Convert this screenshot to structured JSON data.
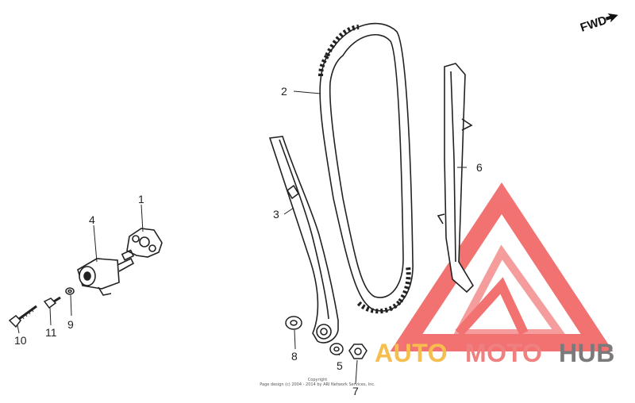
{
  "direction_label": "FWD",
  "callouts": [
    {
      "id": "1",
      "label": "1"
    },
    {
      "id": "2",
      "label": "2"
    },
    {
      "id": "3",
      "label": "3"
    },
    {
      "id": "4",
      "label": "4"
    },
    {
      "id": "5",
      "label": "5"
    },
    {
      "id": "6",
      "label": "6"
    },
    {
      "id": "7",
      "label": "7"
    },
    {
      "id": "8",
      "label": "8"
    },
    {
      "id": "9",
      "label": "9"
    },
    {
      "id": "10",
      "label": "10"
    },
    {
      "id": "11",
      "label": "11"
    }
  ],
  "copyright": {
    "line1": "Copyright",
    "line2": "Page design (c) 2004 - 2014 by ARI Network Services, Inc."
  },
  "watermark": {
    "part1": "AUTO",
    "part2": "MOTO",
    "part3": "HUB",
    "colors": {
      "auto": "#f6bd4f",
      "moto": "#f07f7f",
      "hub": "#7a7a7a",
      "logo": "#f05a5a"
    }
  }
}
